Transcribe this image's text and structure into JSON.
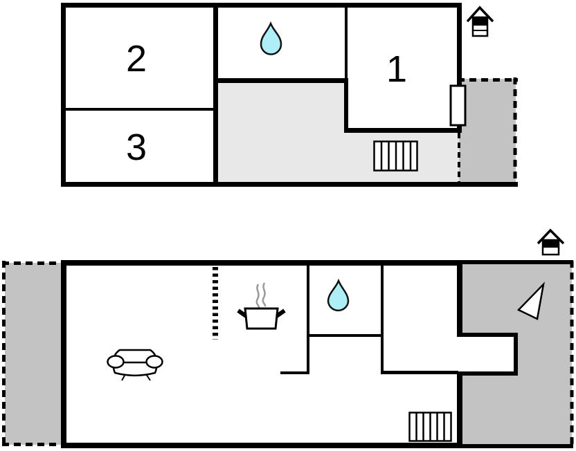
{
  "colors": {
    "wall": "#000000",
    "hallway": "#e8e8e8",
    "terrace": "#c3c3c3",
    "water_drop": "#aeeef7",
    "steam": "#999999"
  },
  "upper_floor": {
    "rooms": [
      {
        "id": "room-2",
        "label": "2"
      },
      {
        "id": "room-3",
        "label": "3"
      },
      {
        "id": "room-1",
        "label": "1"
      }
    ],
    "icons": [
      "water-drop-icon",
      "stairs-icon",
      "door-window-marker",
      "house-orientation-icon"
    ]
  },
  "lower_floor": {
    "rooms": [],
    "icons": [
      "sofa-icon",
      "cooking-pot-icon",
      "water-drop-icon",
      "stairs-icon",
      "north-arrow-icon",
      "house-orientation-icon"
    ]
  }
}
